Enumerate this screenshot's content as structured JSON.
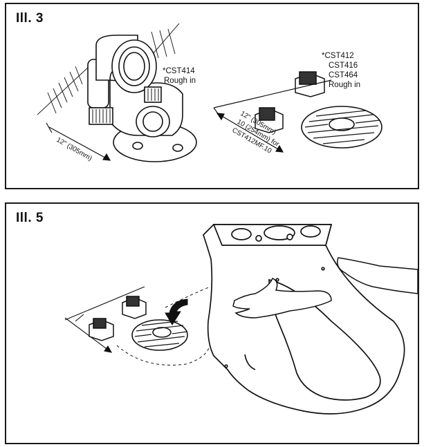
{
  "ill3": {
    "label": "Ill. 3",
    "callout_left": [
      "*CST414",
      "Rough in"
    ],
    "callout_right": [
      "*CST412",
      "CST416",
      "CST464",
      "Rough in"
    ],
    "dim_left": "12\" (305mm)",
    "dim_right": [
      "12\" (305mm)",
      "10 (254mm) for",
      "CST412MF.10"
    ]
  },
  "ill5": {
    "label": "Ill. 5"
  },
  "colors": {
    "ink": "#111111",
    "border": "#1a1a1a",
    "paper": "#ffffff"
  }
}
